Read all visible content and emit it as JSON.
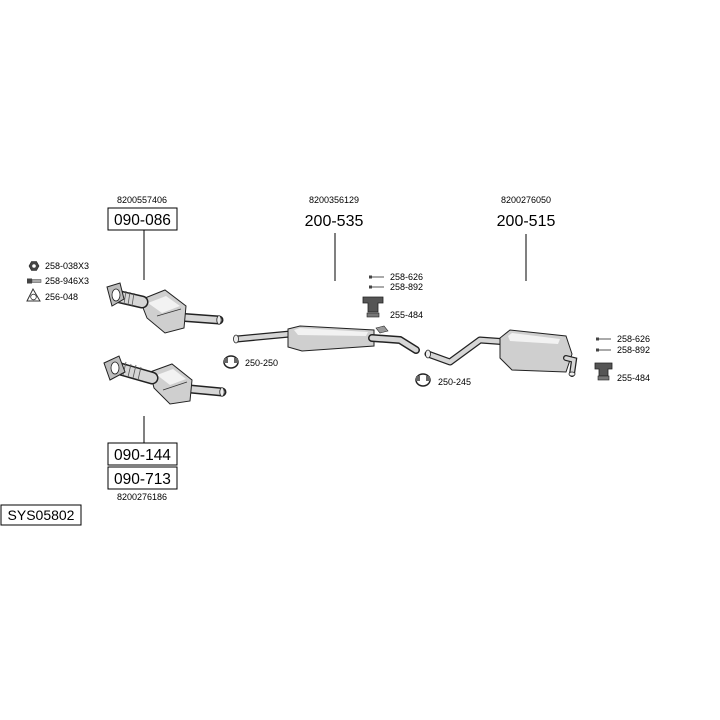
{
  "diagram_code": "SYS05802",
  "sections": {
    "catalyst_upper": {
      "oem": "8200557406",
      "part": "090-086"
    },
    "catalyst_lower": {
      "oem": "8200276186",
      "parts": [
        "090-144",
        "090-713"
      ]
    },
    "middle_silencer": {
      "oem": "8200356129",
      "part": "200-535"
    },
    "rear_silencer": {
      "oem": "8200276050",
      "part": "200-515"
    }
  },
  "accessories": {
    "left": [
      {
        "part": "258-038X3",
        "icon": "nut-icon"
      },
      {
        "part": "258-946X3",
        "icon": "bolt-icon"
      },
      {
        "part": "256-048",
        "icon": "gasket-icon"
      }
    ],
    "middle_clamp": {
      "part": "250-250",
      "icon": "clamp-icon"
    },
    "middle_mount": [
      {
        "part": "258-626",
        "icon": "bolt-icon"
      },
      {
        "part": "258-892",
        "icon": "bolt-icon"
      },
      {
        "part": "255-484",
        "icon": "rubber-mount-icon"
      }
    ],
    "rear_clamp": {
      "part": "250-245",
      "icon": "clamp-icon"
    },
    "rear_mount": [
      {
        "part": "258-626",
        "icon": "bolt-icon"
      },
      {
        "part": "258-892",
        "icon": "bolt-icon"
      },
      {
        "part": "255-484",
        "icon": "rubber-mount-icon"
      }
    ]
  }
}
